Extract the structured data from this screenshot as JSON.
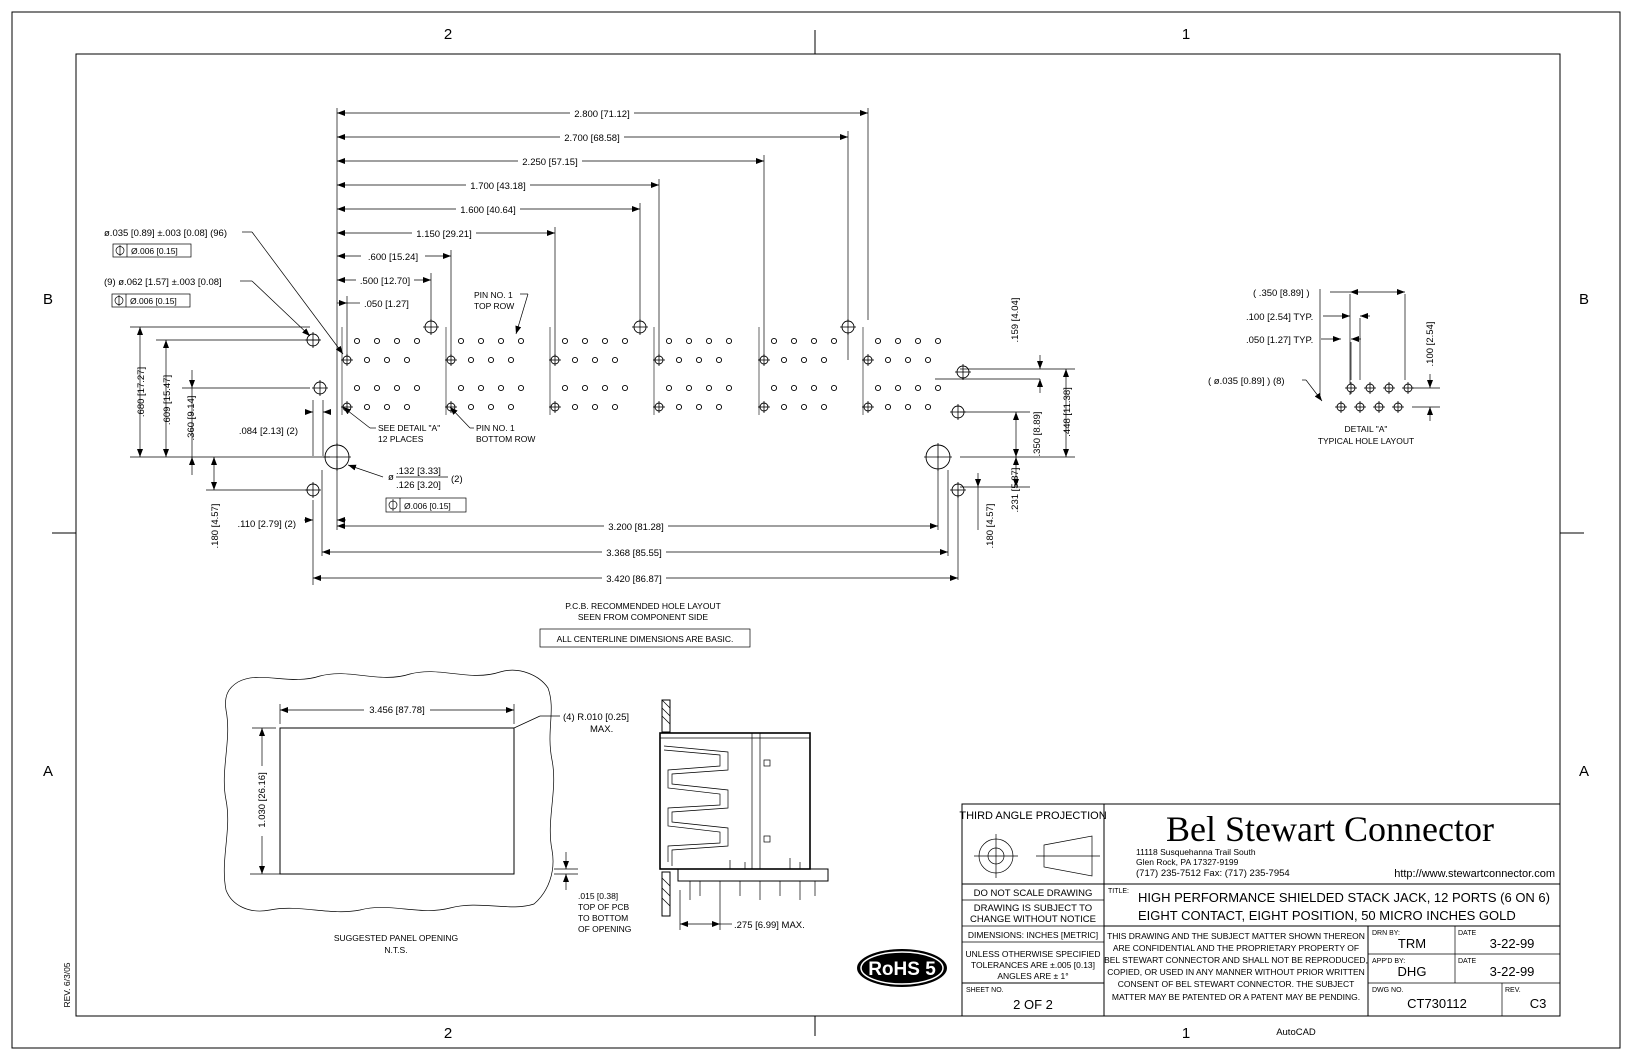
{
  "zones": {
    "top_left": "2",
    "top_right": "1",
    "bottom_left": "2",
    "bottom_right": "1",
    "left_top": "B",
    "left_bottom": "A",
    "right_top": "B",
    "right_bottom": "A"
  },
  "dims": {
    "d2800": "2.800 [71.12]",
    "d2700": "2.700 [68.58]",
    "d2250": "2.250 [57.15]",
    "d1700": "1.700 [43.18]",
    "d1600": "1.600 [40.64]",
    "d1150": "1.150 [29.21]",
    "d600": ".600 [15.24]",
    "d500": ".500 [12.70]",
    "d050": ".050 [1.27]",
    "d3200": "3.200 [81.28]",
    "d3368": "3.368 [85.55]",
    "d3420": "3.420 [86.87]",
    "d680": ".680 [17.27]",
    "d609": ".609 [15.47]",
    "d360": ".360 [9.14]",
    "d084": ".084 [2.13] (2)",
    "d180l": ".180 [4.57]",
    "d110": ".110 [2.79] (2)",
    "d159": ".159 [4.04]",
    "d350": ".350 [8.89]",
    "d448": ".448 [11.38]",
    "d231": ".231 [5.87]",
    "d180r": ".180 [4.57]"
  },
  "callouts": {
    "hole96": "ø.035 [0.89] ±.003 [0.08] (96)",
    "tol96": "Ø.006 [0.15]",
    "hole9": "(9) ø.062 [1.57] ±.003 [0.08]",
    "tol9": "Ø.006 [0.15]",
    "pin_top_1": "PIN NO. 1",
    "pin_top_2": "TOP ROW",
    "detail_a_1": "SEE DETAIL \"A\"",
    "detail_a_2": "12 PLACES",
    "pin_bot_1": "PIN NO. 1",
    "pin_bot_2": "BOTTOM ROW",
    "big_hole_top": ".132 [3.33]",
    "big_hole_bot": ".126 [3.20]",
    "big_hole_qty": "(2)",
    "big_hole_phi": "ø",
    "tol_big": "Ø.006 [0.15]"
  },
  "notes": {
    "pcb_1": "P.C.B. RECOMMENDED HOLE LAYOUT",
    "pcb_2": "SEEN FROM COMPONENT SIDE",
    "basic": "ALL CENTERLINE DIMENSIONS ARE BASIC."
  },
  "detail": {
    "d350": "( .350 [8.89] )",
    "d100": ".100 [2.54] TYP.",
    "d050": ".050 [1.27] TYP.",
    "d100v": ".100 [2.54]",
    "hole": "( ø.035 [0.89] ) (8)",
    "title": "DETAIL \"A\"",
    "subtitle": "TYPICAL HOLE LAYOUT"
  },
  "panel": {
    "width": "3.456 [87.78]",
    "height": "1.030 [26.16]",
    "radius_1": "(4) R.010 [0.25]",
    "radius_2": "MAX.",
    "caption_1": "SUGGESTED PANEL OPENING",
    "caption_2": "N.T.S.",
    "pcb_1": ".015 [0.38]",
    "pcb_2": "TOP OF PCB",
    "pcb_3": "TO BOTTOM",
    "pcb_4": "OF OPENING",
    "max": ".275 [6.99] MAX."
  },
  "title_block": {
    "projection": "THIRD ANGLE PROJECTION",
    "company": "Bel Stewart Connector",
    "addr1": "11118 Susquehanna Trail South",
    "addr2": "Glen Rock, PA  17327-9199",
    "addr3": "(717) 235-7512  Fax: (717) 235-7954",
    "url": "http://www.stewartconnector.com",
    "noscale": "DO NOT SCALE DRAWING",
    "change1": "DRAWING IS SUBJECT TO",
    "change2": "CHANGE WITHOUT NOTICE",
    "dimensions": "DIMENSIONS: INCHES [METRIC]",
    "tol1": "UNLESS OTHERWISE SPECIFIED",
    "tol2": "TOLERANCES ARE ±.005 [0.13]",
    "tol3": "ANGLES ARE ± 1°",
    "title_label": "TITLE:",
    "title1": "HIGH PERFORMANCE SHIELDED STACK JACK, 12 PORTS (6 ON 6)",
    "title2": "EIGHT CONTACT, EIGHT POSITION, 50 MICRO INCHES GOLD",
    "conf1": "THIS DRAWING AND THE SUBJECT MATTER SHOWN THEREON",
    "conf2": "ARE CONFIDENTIAL AND THE PROPRIETARY PROPERTY OF",
    "conf3": "BEL STEWART CONNECTOR AND SHALL NOT BE REPRODUCED,",
    "conf4": "COPIED, OR USED IN ANY MANNER WITHOUT PRIOR WRITTEN",
    "conf5": "CONSENT OF BEL STEWART CONNECTOR.  THE SUBJECT",
    "conf6": "MATTER MAY BE PATENTED OR A PATENT MAY BE PENDING.",
    "drn_label": "DRN BY:",
    "drn": "TRM",
    "date_label": "DATE",
    "date1": "3-22-99",
    "appd_label": "APP'D BY:",
    "appd": "DHG",
    "date2": "3-22-99",
    "sheet_label": "SHEET NO.",
    "sheet": "2 OF 2",
    "dwg_label": "DWG NO.",
    "dwg": "CT730112",
    "rev_label": "REV.",
    "rev": "C3"
  },
  "rohs": "RoHS 5",
  "rev_note": "REV. 6/3/05",
  "software": "AutoCAD"
}
